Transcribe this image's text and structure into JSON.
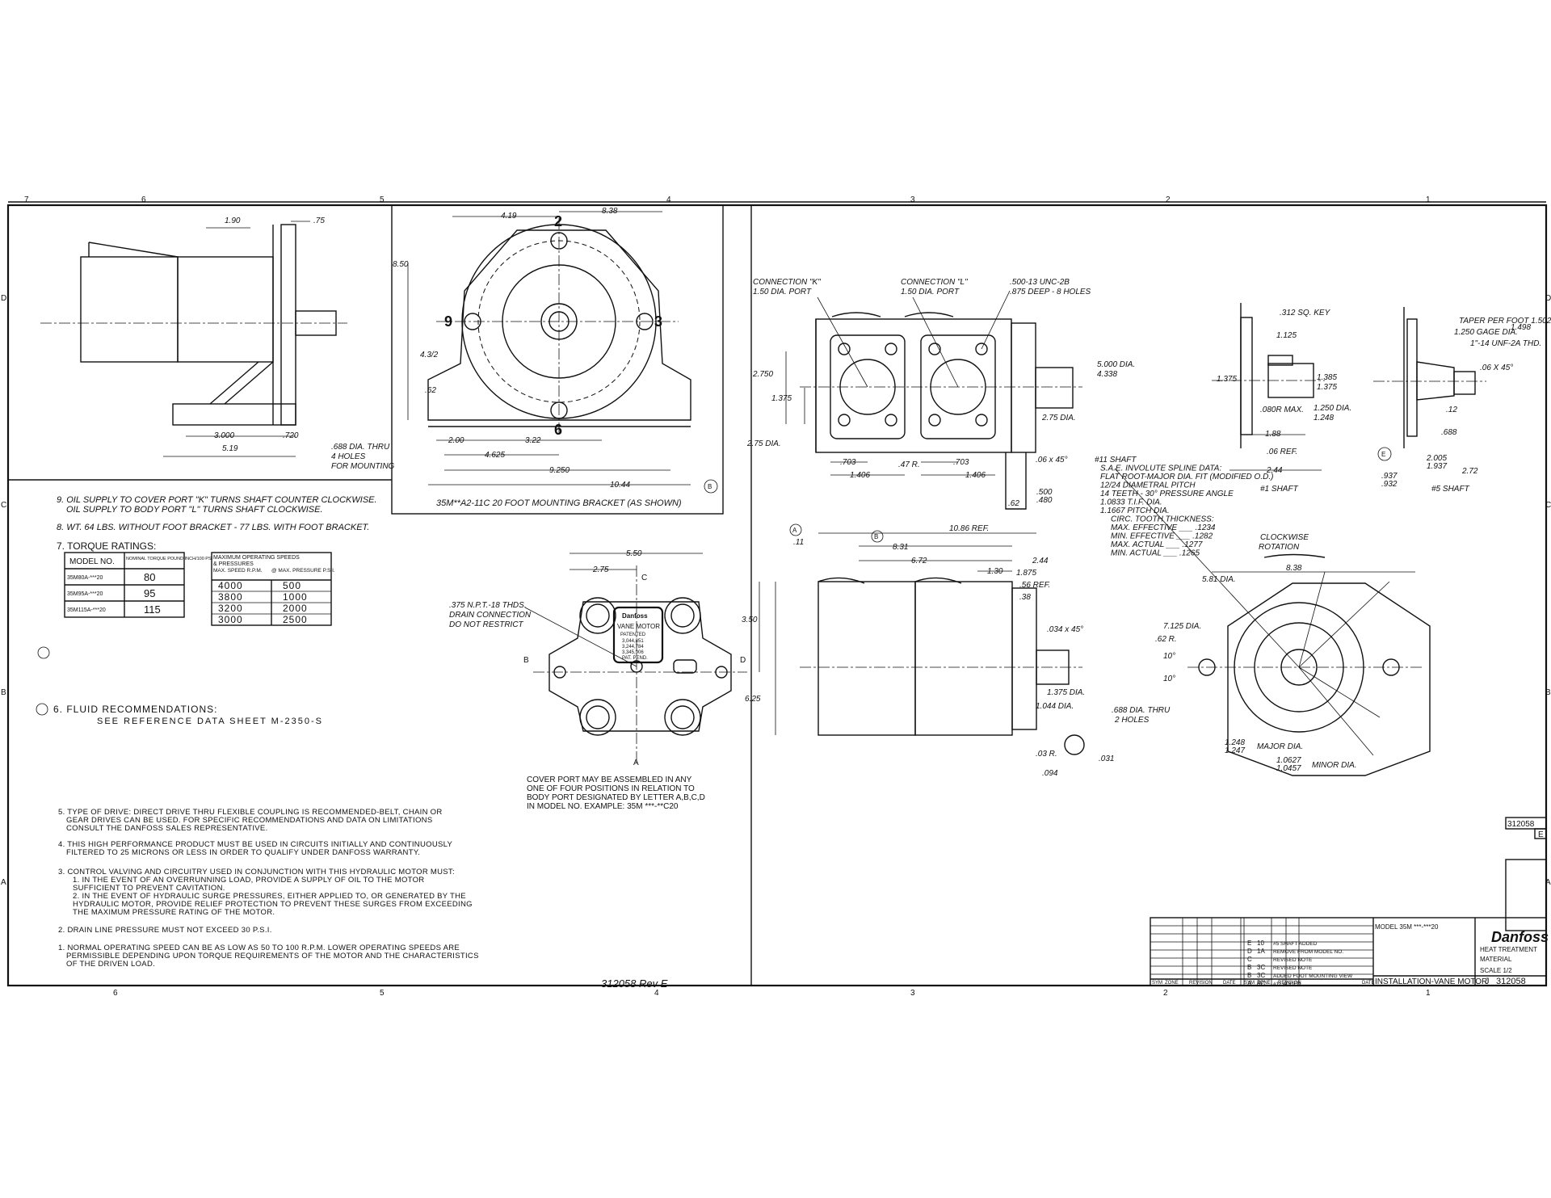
{
  "sheet": {
    "drawing_number": "312058",
    "revision_letter": "E",
    "title": "INSTALLATION-VANE MOTOR",
    "size_letter": "J",
    "handwritten_ref": "312058 Rev E",
    "brand": "Danfoss",
    "zone_numbers_top": [
      "7",
      "6",
      "5",
      "4",
      "3",
      "2",
      "1"
    ],
    "zone_numbers_bottom": [
      "6",
      "5",
      "4",
      "3",
      "2",
      "1"
    ],
    "zone_letters": [
      "D",
      "C",
      "B",
      "A"
    ]
  },
  "side_view": {
    "dims": [
      "1.90",
      ".75",
      "3.000",
      ".720",
      "5.19"
    ],
    "hole_note": [
      ".688 DIA. THRU",
      "4 HOLES",
      "FOR MOUNTING"
    ]
  },
  "bracket_view": {
    "top_dims": [
      "4.19",
      "8.38"
    ],
    "port_labels": [
      "2",
      "9",
      "3",
      "6"
    ],
    "side_dims": [
      "8.50",
      "4.3/2",
      ".62"
    ],
    "bottom_dims": [
      "2.00",
      "3.22",
      "4.625",
      "9.250",
      "10.44"
    ],
    "caption": "35M**A2-11C 20  FOOT MOUNTING BRACKET (AS SHOWN)",
    "zone_mark": "B"
  },
  "port_view": {
    "connection_k": [
      "CONNECTION \"K\"",
      "1.50 DIA. PORT"
    ],
    "connection_l": [
      "CONNECTION \"L\"",
      "1.50 DIA. PORT"
    ],
    "thread_note": [
      ".500-13 UNC-2B",
      ".875 DEEP - 8 HOLES"
    ],
    "dims": [
      "2.750",
      "1.375",
      "2.75 DIA.",
      "2.75 DIA.",
      ".703",
      "1.406",
      ".703",
      "1.406",
      ".47 R.",
      ".06 x 45°",
      ".500",
      ".480",
      ".62"
    ],
    "bore_dia": [
      "5.000 DIA.",
      "4.338"
    ]
  },
  "shaft_detail_1": {
    "key_note": ".312 SQ. KEY",
    "dims": [
      "1.125",
      "1.375",
      ".080R MAX.",
      "1.385",
      "1.375",
      "1.250 DIA.",
      "1.248",
      "1.88",
      ".06 REF.",
      "2.44"
    ],
    "caption": "#1 SHAFT"
  },
  "shaft_detail_5": {
    "notes": [
      "TAPER PER FOOT 1.502",
      "1.498",
      "1.250 GAGE DIA.",
      "1\"-14 UNF-2A THD.",
      ".06 X 45°"
    ],
    "dims": [
      ".12",
      ".688",
      "2.005",
      "1.937",
      "2.72",
      ".937",
      ".932"
    ],
    "caption": "#5 SHAFT",
    "zone_mark": "E"
  },
  "spline_note": {
    "lines": [
      "#11 SHAFT",
      "S.A.E. INVOLUTE SPLINE DATA:",
      "FLAT ROOT-MAJOR DIA. FIT (MODIFIED O.D.)",
      "12/24 DIAMETRAL PITCH",
      "14 TEETH - 30° PRESSURE ANGLE",
      "1.0833 T.I.F. DIA.",
      "1.1667 PITCH DIA.",
      "CIRC. TOOTH THICKNESS:",
      "MAX. EFFECTIVE ___ .1234",
      "MIN. EFFECTIVE ___ .1282",
      "MAX. ACTUAL ___ .1277",
      "MIN. ACTUAL ___ .1265"
    ]
  },
  "length_view": {
    "dims": [
      "10.86 REF.",
      "8.31",
      "6.72",
      "1.30",
      "2.44",
      "1.875",
      ".56 REF.",
      ".38",
      ".034 x 45°",
      "1.375 DIA.",
      "1.044 DIA.",
      ".03 R.",
      ".094",
      ".031",
      ".11"
    ],
    "zone_marks": [
      "A",
      "B"
    ]
  },
  "end_view": {
    "rotation": [
      "CLOCKWISE",
      "ROTATION"
    ],
    "dims": [
      "8.38",
      "5.81 DIA.",
      "7.125 DIA.",
      ".62 R.",
      "10°",
      "10°",
      ".688 DIA. THRU",
      "2 HOLES"
    ],
    "major_dia": [
      "1.248",
      "1.247",
      "MAJOR DIA."
    ],
    "minor_dia": [
      "1.0627",
      "1.0457",
      "MINOR DIA."
    ]
  },
  "front_view": {
    "dims": [
      "5.50",
      "2.75",
      "3.50",
      "6.25"
    ],
    "port_letters": [
      "A",
      "B",
      "C",
      "D"
    ],
    "drain_note": [
      ".375 N.P.T.-18 THDS.",
      "DRAIN CONNECTION",
      "DO NOT RESTRICT"
    ],
    "nameplate": [
      "Danfoss",
      "VANE MOTOR",
      "PATENTED",
      "3,044,851",
      "3,244,784",
      "3,345,906",
      "PAT. PEND."
    ],
    "cover_note": [
      "COVER PORT MAY BE ASSEMBLED IN ANY",
      "ONE OF FOUR POSITIONS IN RELATION TO",
      "BODY PORT DESIGNATED BY LETTER A,B,C,D",
      "IN MODEL NO. EXAMPLE: 35M ***-**C20"
    ]
  },
  "notes": {
    "note9": [
      "9. OIL SUPPLY TO COVER PORT \"K\" TURNS SHAFT COUNTER CLOCKWISE.",
      "OIL SUPPLY TO BODY PORT \"L\" TURNS SHAFT CLOCKWISE."
    ],
    "note8": "8. WT. 64 LBS. WITHOUT FOOT BRACKET - 77 LBS. WITH FOOT BRACKET.",
    "note7_title": "7. TORQUE RATINGS:",
    "note6": [
      "6. FLUID RECOMMENDATIONS:",
      "SEE REFERENCE DATA SHEET  M-2350-S"
    ],
    "note5": [
      "5. TYPE OF DRIVE: DIRECT DRIVE THRU FLEXIBLE COUPLING IS RECOMMENDED-BELT, CHAIN OR",
      "GEAR DRIVES CAN BE USED. FOR SPECIFIC RECOMMENDATIONS AND DATA ON LIMITATIONS",
      "CONSULT THE DANFOSS SALES REPRESENTATIVE."
    ],
    "note4": [
      "4. THIS HIGH PERFORMANCE PRODUCT MUST BE USED IN CIRCUITS INITIALLY AND CONTINUOUSLY",
      "FILTERED TO 25 MICRONS OR LESS IN ORDER TO QUALIFY UNDER DANFOSS WARRANTY."
    ],
    "note3": [
      "3. CONTROL VALVING AND CIRCUITRY USED IN CONJUNCTION WITH THIS HYDRAULIC MOTOR MUST:",
      "1. IN THE EVENT OF AN OVERRUNNING LOAD, PROVIDE A SUPPLY OF OIL TO THE MOTOR",
      "SUFFICIENT TO PREVENT CAVITATION.",
      "2. IN THE EVENT OF HYDRAULIC SURGE PRESSURES, EITHER APPLIED TO, OR GENERATED BY THE",
      "HYDRAULIC MOTOR, PROVIDE RELIEF PROTECTION TO PREVENT THESE SURGES FROM EXCEEDING",
      "THE MAXIMUM PRESSURE RATING OF THE MOTOR."
    ],
    "note2": "2. DRAIN LINE PRESSURE MUST NOT EXCEED  30 P.S.I.",
    "note1": [
      "1. NORMAL OPERATING SPEED CAN BE AS LOW AS 50 TO 100 R.P.M. LOWER OPERATING SPEEDS ARE",
      "PERMISSIBLE DEPENDING UPON TORQUE REQUIREMENTS OF THE MOTOR AND THE CHARACTERISTICS",
      "OF THE DRIVEN LOAD."
    ]
  },
  "torque_table": {
    "headers": [
      "MODEL NO.",
      "NOMINAL TORQUE POUND INCH/100 PSI"
    ],
    "rows": [
      [
        "35M80A-***20",
        "80"
      ],
      [
        "35M95A-***20",
        "95"
      ],
      [
        "35M115A-***20",
        "115"
      ]
    ]
  },
  "speed_table": {
    "title": [
      "MAXIMUM OPERATING SPEEDS",
      "& PRESSURES"
    ],
    "headers": [
      "MAX. SPEED R.P.M.",
      "@ MAX. PRESSURE P.S.I."
    ],
    "rows": [
      [
        "4000",
        "500"
      ],
      [
        "3800",
        "1000"
      ],
      [
        "3200",
        "2000"
      ],
      [
        "3000",
        "2500"
      ]
    ]
  },
  "revision_block": {
    "rows": [
      [
        "E",
        "10",
        "#5 SHAFT ADDED"
      ],
      [
        "D",
        "1A",
        "REMOVE FROM MODEL NO."
      ],
      [
        "C",
        "",
        "REVISED NOTE"
      ],
      [
        "B",
        "3C",
        "REVISED NOTE"
      ],
      [
        "B",
        "3C",
        "ADDED FOOT MOUNTING VIEW"
      ],
      [
        "A",
        "8C",
        "#11 ADDED"
      ]
    ],
    "footer": [
      "SYM",
      "ZONE",
      "REVISION",
      "DATE",
      "SYM",
      "ZONE",
      "REVISION",
      "DATE"
    ],
    "model_line": "MODEL 35M ***-***20",
    "material_label": "MATERIAL",
    "heat_label": "HEAT TREATMENT",
    "scale": "SCALE 1/2"
  },
  "side_tag": "312058",
  "side_tag_letter": "E"
}
